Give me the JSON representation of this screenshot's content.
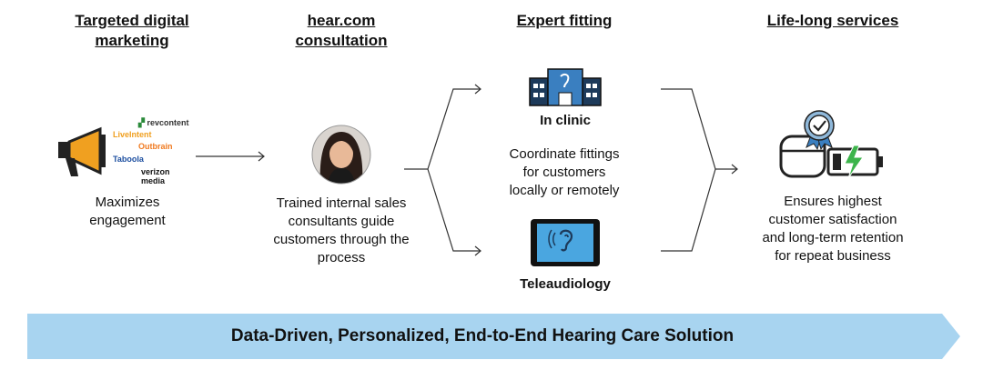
{
  "columns": [
    {
      "heading_line1": "Targeted digital",
      "heading_line2": "marketing",
      "desc_lines": [
        "Maximizes",
        "engagement"
      ]
    },
    {
      "heading_line1": "hear.com",
      "heading_line2": "consultation",
      "desc_lines": [
        "Trained internal sales",
        "consultants guide",
        "customers through the",
        "process"
      ]
    },
    {
      "heading_line1": "Expert fitting",
      "heading_line2": "",
      "desc_lines": [
        "Coordinate fittings",
        "for customers",
        "locally or remotely"
      ]
    },
    {
      "heading_line1": "Life-long services",
      "heading_line2": "",
      "desc_lines": [
        "Ensures highest",
        "customer satisfaction",
        "and long-term retention",
        "for repeat business"
      ]
    }
  ],
  "fitting": {
    "clinic_label": "In clinic",
    "tele_label": "Teleaudiology"
  },
  "logos": {
    "revcontent": "revcontent",
    "liveintent": "LiveIntent",
    "outbrain": "Outbrain",
    "taboola": "Taboola",
    "verizon1": "verizon",
    "verizon2": "media"
  },
  "banner": {
    "text": "Data-Driven, Personalized, End-to-End Hearing Care Solution"
  },
  "colors": {
    "banner": "#a8d4f0",
    "accent_blue": "#1d5a8c",
    "megaphone": "#f0a020",
    "battery_green": "#3cb44b"
  },
  "icons": [
    "megaphone-icon",
    "consultant-photo",
    "clinic-building-icon",
    "tablet-ear-icon",
    "earbuds-case-icon",
    "certification-badge-icon",
    "battery-charging-icon"
  ]
}
